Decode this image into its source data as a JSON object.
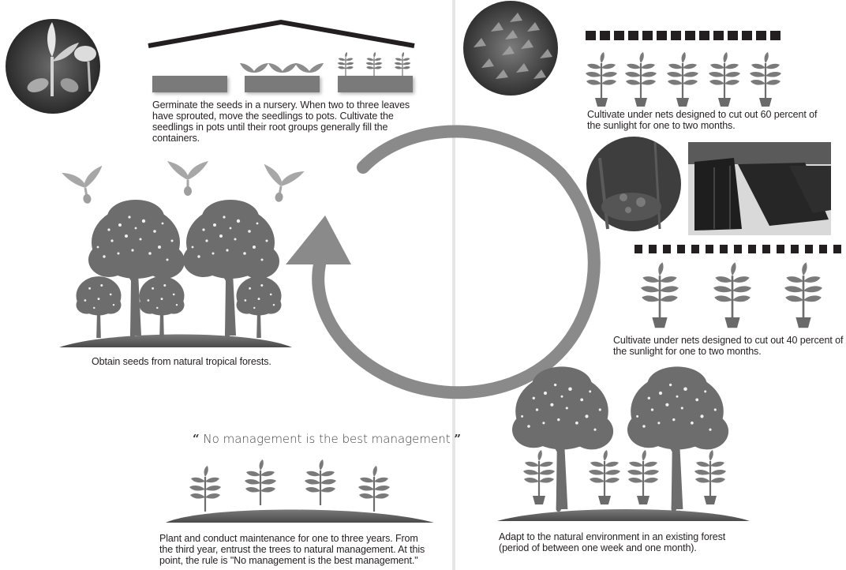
{
  "steps": {
    "germinate": "Germinate the seeds in a nursery. When two to three leaves have sprouted, move the seedlings to pots. Cultivate the seedlings in pots until their root groups generally fill the containers.",
    "shade60": "Cultivate under nets designed to cut out 60 percent of the sunlight for one to two months.",
    "shade40": "Cultivate under nets designed to cut out 40 percent of the sunlight for one to two months.",
    "adapt": "Adapt to the natural environment in an existing forest (period of between one week and one month).",
    "plant": "Plant and conduct maintenance for one to three years. From the third year, entrust the trees to natural management. At this point, the rule is \"No management is the best management.\"",
    "obtain": "Obtain seeds from natural tropical forests."
  },
  "motto": {
    "open": "“",
    "text": "No management is the best management",
    "close": "”"
  },
  "colors": {
    "plant": "#7a7a7a",
    "cycle_arrow": "#8a8a8a",
    "tree": "#6d6d6d",
    "sprout": "#9e9e9e"
  },
  "icons": [
    "seedling-photo",
    "nursery-roof",
    "potted-seedling",
    "tree",
    "sprout",
    "cycle-arrow",
    "shade-net-photo"
  ]
}
